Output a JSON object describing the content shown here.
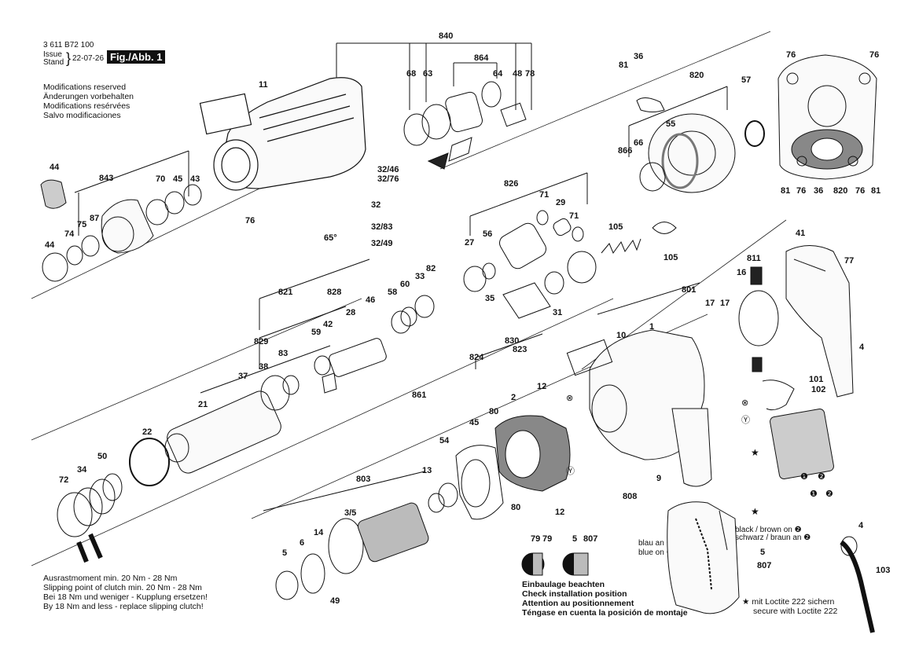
{
  "header": {
    "doc_number": "3 611 B72 100",
    "issue_label": "Issue",
    "stand_label": "Stand",
    "date": "22-07-26",
    "fig_label": "Fig./Abb. 1"
  },
  "modifications": [
    "Modifications reserved",
    "Änderungen vorbehalten",
    "Modifications resérvées",
    "Salvo modificaciones"
  ],
  "clutch_notes": [
    "Ausrastmoment min. 20 Nm - 28 Nm",
    "Slipping point of clutch min. 20 Nm - 28 Nm",
    "Bei 18 Nm und weniger - Kupplung ersetzen!",
    "By 18 Nm and less - replace slipping clutch!"
  ],
  "install_notes": [
    "Einbaulage beachten",
    "Check installation position",
    "Attention au positionnement",
    "Téngase en cuenta la posición de montaje"
  ],
  "loctite_notes": [
    "★ mit Loctite 222 sichern",
    "secure with Loctite 222"
  ],
  "wire_notes": {
    "blau": "blau an ❶",
    "blue": "blue on ❶",
    "black_brown": "black / brown on ❷",
    "schwarz_braun": "schwarz / braun an ❷"
  },
  "part_labels": [
    "840",
    "864",
    "68",
    "63",
    "64",
    "48",
    "78",
    "11",
    "81",
    "36",
    "820",
    "57",
    "76",
    "76",
    "32/46",
    "32/76",
    "32",
    "32/83",
    "32/49",
    "76",
    "65°",
    "44",
    "843",
    "70",
    "45",
    "43",
    "44",
    "74",
    "75",
    "87",
    "55",
    "866",
    "66",
    "826",
    "71",
    "29",
    "71",
    "27",
    "56",
    "105",
    "105",
    "41",
    "77",
    "811",
    "16",
    "17",
    "17",
    "801",
    "81",
    "76",
    "36",
    "820",
    "76",
    "81",
    "821",
    "828",
    "46",
    "58",
    "60",
    "33",
    "82",
    "59",
    "42",
    "28",
    "35",
    "31",
    "830",
    "823",
    "829",
    "83",
    "37",
    "38",
    "824",
    "861",
    "10",
    "101",
    "102",
    "21",
    "22",
    "1",
    "2",
    "45",
    "80",
    "54",
    "12",
    "9",
    "808",
    "50",
    "34",
    "72",
    "803",
    "3/5",
    "13",
    "80",
    "12",
    "4",
    "103",
    "5",
    "6",
    "14",
    "49",
    "79",
    "79",
    "5",
    "807",
    "5",
    "807",
    "4",
    "103",
    "77"
  ]
}
